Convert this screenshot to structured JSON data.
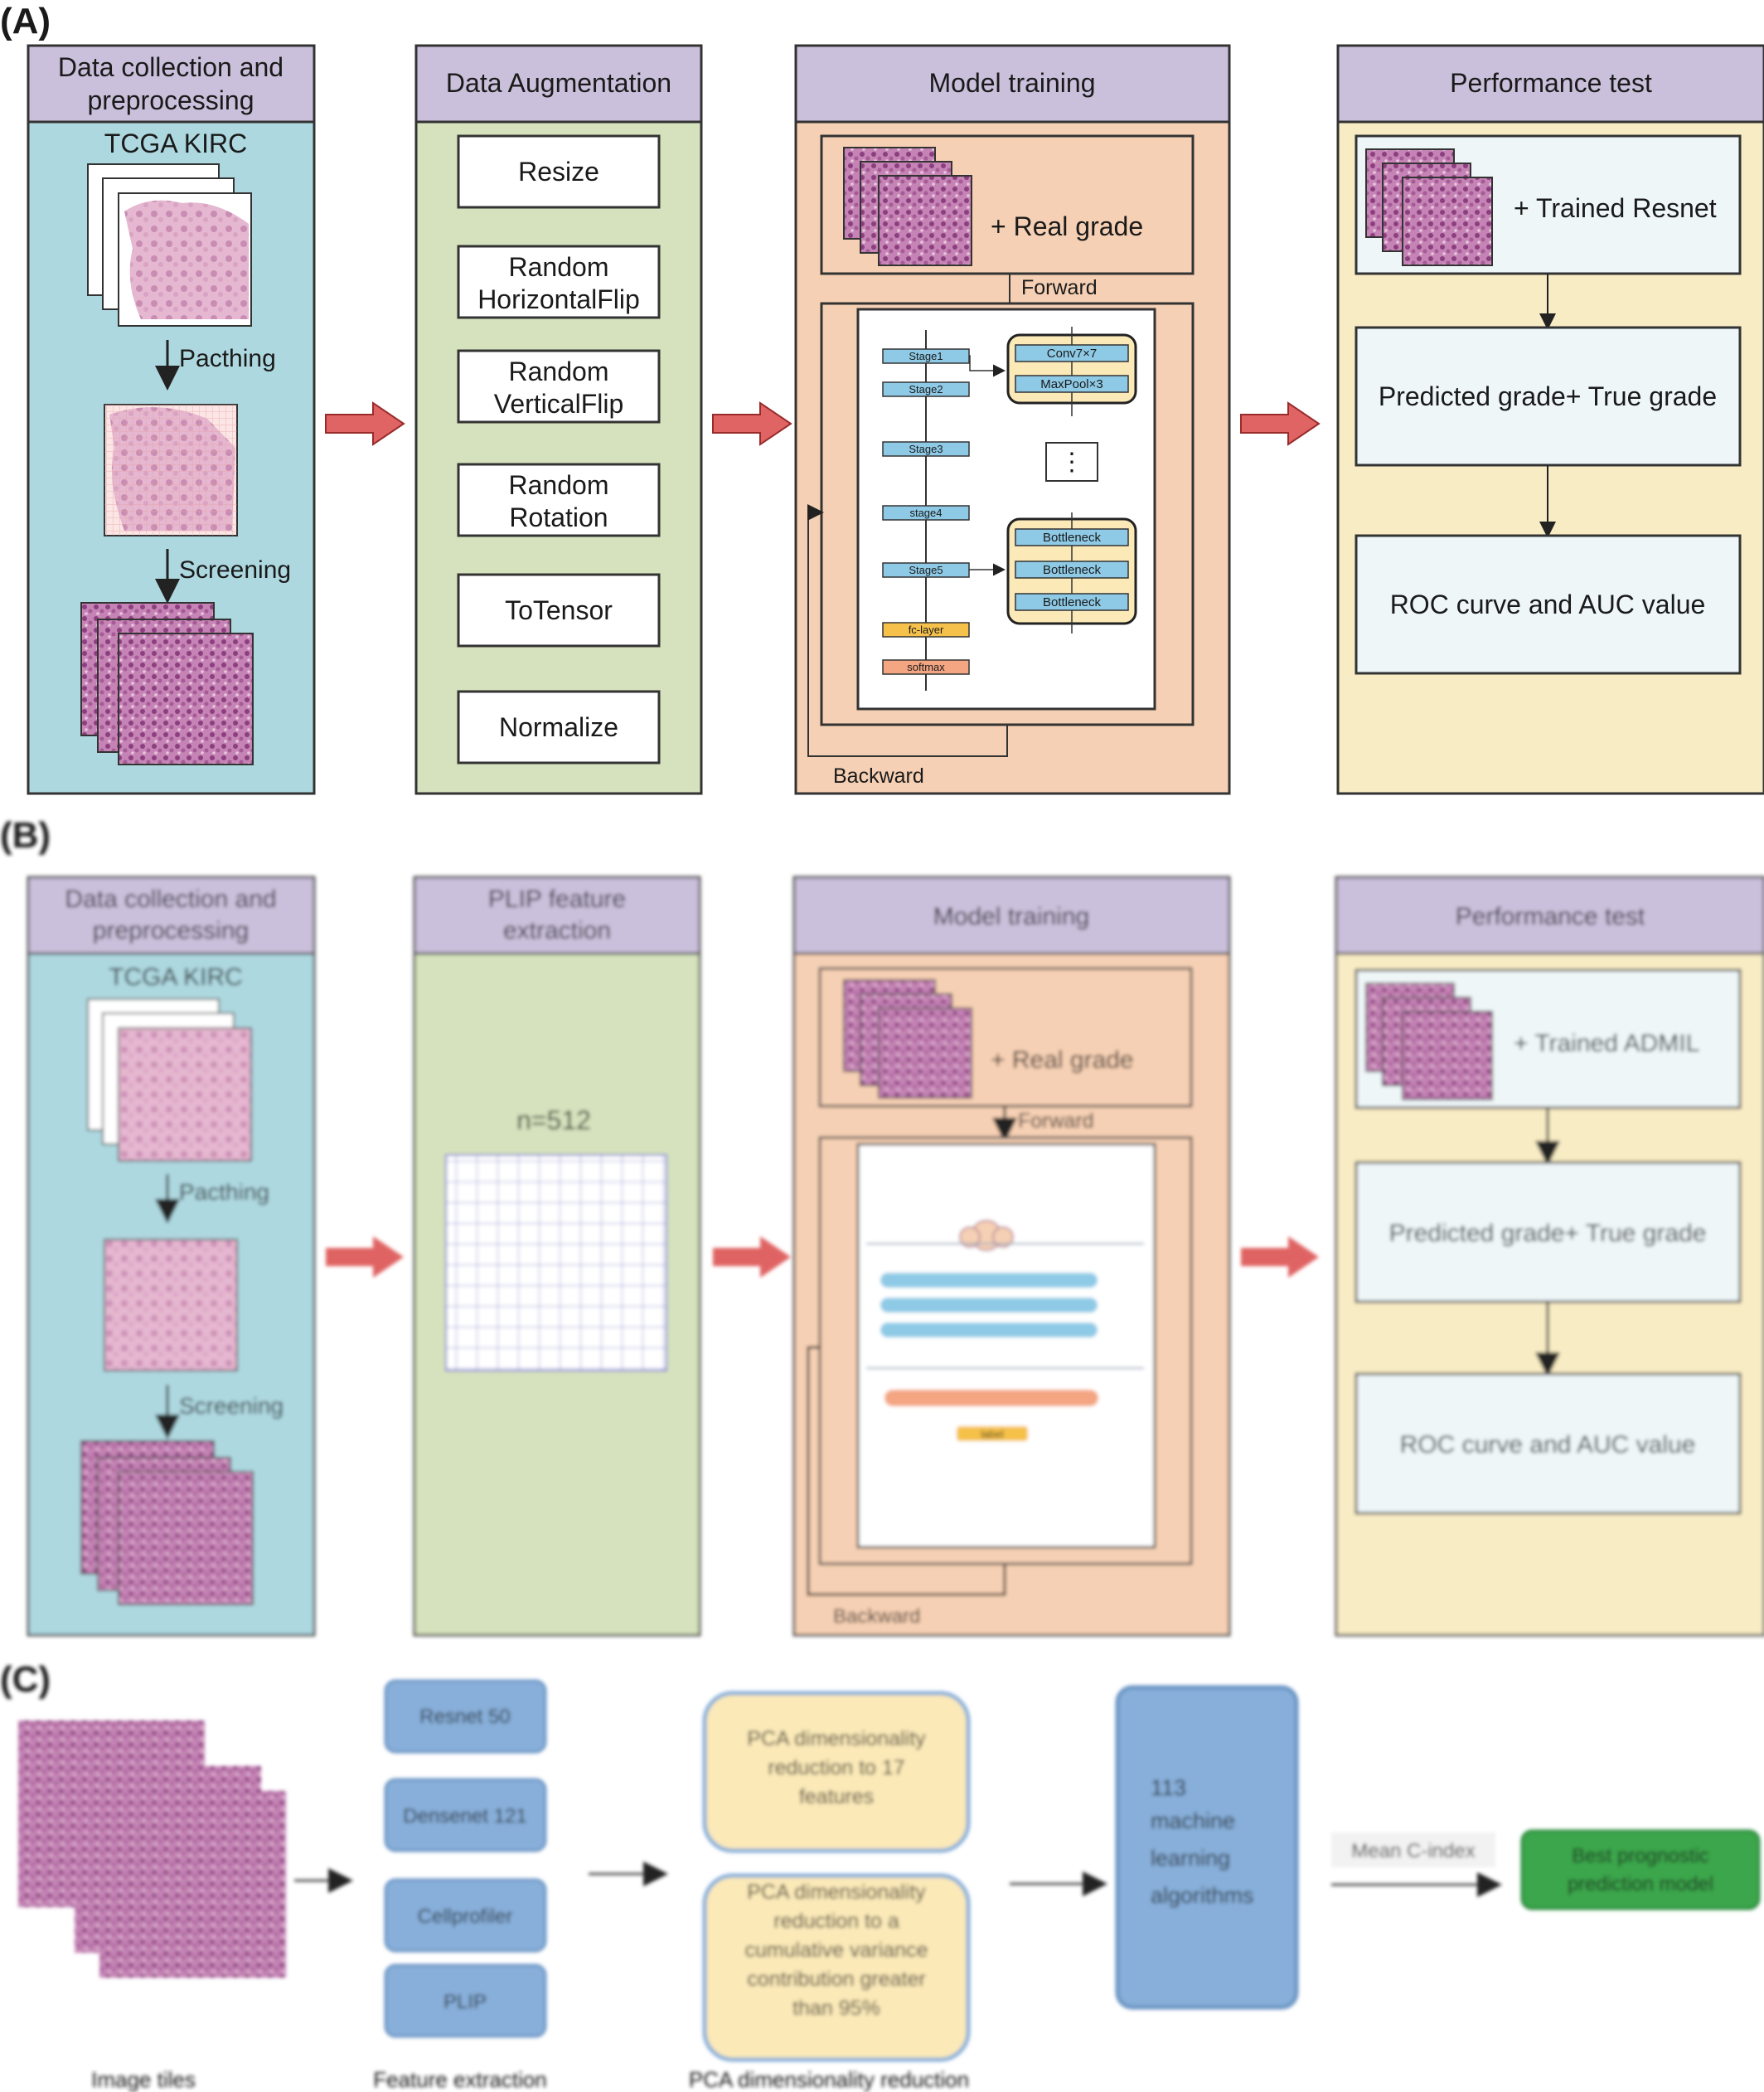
{
  "panel_a": {
    "letter": "(A)",
    "col1": {
      "title_line1": "Data collection and",
      "title_line2": "preprocessing",
      "dataset": "TCGA KIRC",
      "step1": "Pacthing",
      "step2": "Screening"
    },
    "col2": {
      "title": "Data Augmentation",
      "items": [
        {
          "line1": "Resize",
          "line2": ""
        },
        {
          "line1": "Random",
          "line2": "HorizontalFlip"
        },
        {
          "line1": "Random",
          "line2": "VerticalFlip"
        },
        {
          "line1": "Random",
          "line2": "Rotation"
        },
        {
          "line1": "ToTensor",
          "line2": ""
        },
        {
          "line1": "Normalize",
          "line2": ""
        }
      ]
    },
    "col3": {
      "title": "Model training",
      "input_label": "+ Real grade",
      "forward": "Forward",
      "backward": "Backward",
      "stages": [
        "Stage1",
        "Stage2",
        "Stage3",
        "stage4",
        "Stage5"
      ],
      "fc": "fc-layer",
      "softmax": "softmax",
      "conv": "Conv7×7",
      "maxpool": "MaxPool×3",
      "ellipsis": "⋮",
      "bottlenecks": [
        "Bottleneck",
        "Bottleneck",
        "Bottleneck"
      ]
    },
    "col4": {
      "title": "Performance test",
      "box1": "+ Trained Resnet",
      "box2": "Predicted grade+ True grade",
      "box3": "ROC curve and AUC value"
    }
  },
  "panel_b": {
    "letter": "(B)",
    "col1": {
      "title_line1": "Data collection and",
      "title_line2": "preprocessing",
      "dataset": "TCGA KIRC",
      "step1": "Pacthing",
      "step2": "Screening"
    },
    "col2": {
      "title_line1": "PLIP feature",
      "title_line2": "extraction",
      "dim": "n=512"
    },
    "col3": {
      "title": "Model training",
      "input_label": "+ Real grade",
      "forward": "Forward",
      "backward": "Backward",
      "output": "label"
    },
    "col4": {
      "title": "Performance test",
      "box1": "+ Trained ADMIL",
      "box2": "Predicted grade+ True grade",
      "box3": "ROC curve and AUC value"
    }
  },
  "panel_c": {
    "letter": "(C)",
    "models": [
      "Resnet 50",
      "Densenet 121",
      "Cellprofiler",
      "PLIP"
    ],
    "pca1": [
      "PCA dimensionality",
      "reduction to 17",
      "features"
    ],
    "pca2": [
      "PCA dimensionality",
      "reduction to a",
      "cumulative variance",
      "contribution greater",
      "than 95%"
    ],
    "ml": [
      "113",
      "machine",
      "learning",
      "algorithms"
    ],
    "metric": "Mean C-index",
    "best": [
      "Best prognostic",
      "prediction model"
    ],
    "captions": [
      "Image tiles",
      "Feature extraction",
      "PCA dimensionality reduction"
    ]
  },
  "colors": {
    "header": "#cbc0dc",
    "blue": "#aed8e0",
    "green": "#d6e2be",
    "orange": "#f6d0b4",
    "yellow": "#f8ecc4",
    "pale": "#eef6f8",
    "arrow": "#e06464",
    "stage": "#8ecae6",
    "fc": "#f5c14a",
    "softmax": "#f4a582",
    "bluebox": "#87afd9",
    "creambox": "#fbe9b8",
    "greenbox": "#3aa64c"
  }
}
